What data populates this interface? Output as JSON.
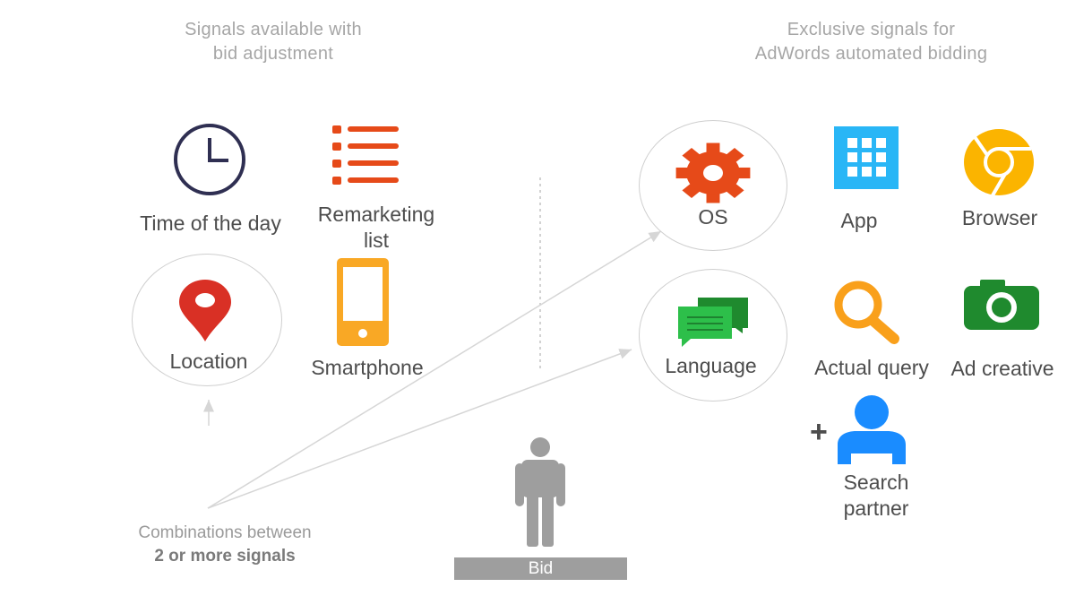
{
  "headings": {
    "left": [
      "Signals available with",
      "bid adjustment"
    ],
    "right": [
      "Exclusive signals for",
      "AdWords automated bidding"
    ]
  },
  "signals_left": {
    "time": "Time of the day",
    "remarketing": [
      "Remarketing",
      "list"
    ],
    "location": "Location",
    "smartphone": "Smartphone"
  },
  "signals_right": {
    "os": "OS",
    "app": "App",
    "browser": "Browser",
    "language": "Language",
    "query": "Actual query",
    "creative": "Ad creative",
    "partner": [
      "Search",
      "partner"
    ],
    "plus": "+"
  },
  "footnote": {
    "line1": "Combinations between",
    "line2": "2 or more signals"
  },
  "bid": "Bid",
  "colors": {
    "clock": "#2f2f52",
    "remarketing": "#e64a19",
    "location": "#d93025",
    "smartphone": "#f9a825",
    "os": "#e64a19",
    "app": "#29b6f6",
    "browser": "#fbb400",
    "language": "#1faa3a",
    "query": "#f9a01b",
    "creative": "#1f8a2e",
    "partner": "#1a8cff",
    "person": "#9e9e9e"
  },
  "icons": [
    "clock-icon",
    "list-icon",
    "map-pin-icon",
    "smartphone-icon",
    "gear-icon",
    "app-grid-icon",
    "chrome-browser-icon",
    "chat-bubbles-icon",
    "magnifier-icon",
    "camera-icon",
    "user-icon",
    "person-icon"
  ]
}
